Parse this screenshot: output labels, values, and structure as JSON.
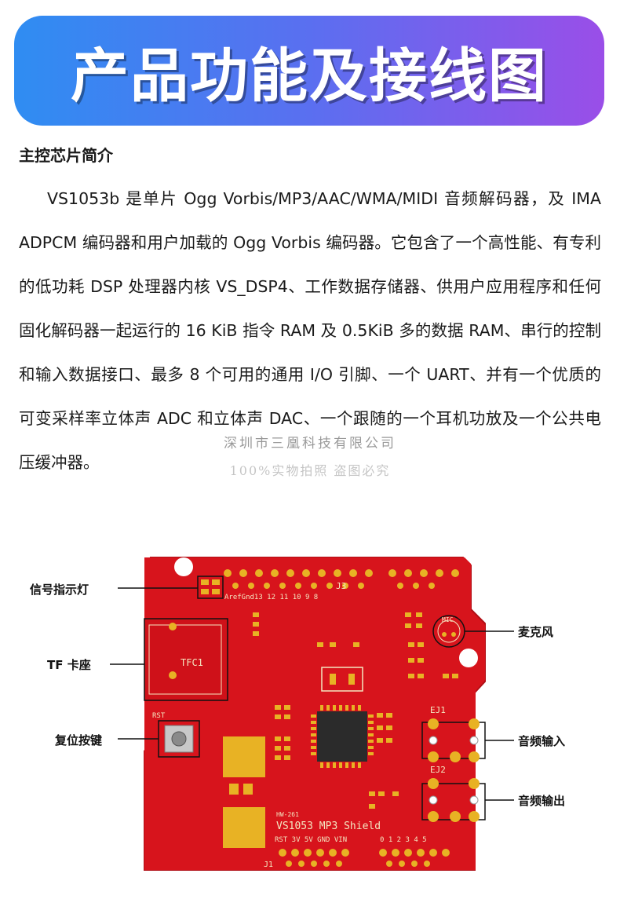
{
  "banner": {
    "title": "产品功能及接线图"
  },
  "section": {
    "heading": "主控芯片简介"
  },
  "body": {
    "paragraph": "VS1053b 是单片 Ogg Vorbis/MP3/AAC/WMA/MIDI 音频解码器，及 IMA ADPCM 编码器和用户加载的 Ogg Vorbis 编码器。它包含了一个高性能、有专利的低功耗 DSP 处理器内核 VS_DSP4、工作数据存储器、供用户应用程序和任何固化解码器一起运行的 16 KiB 指令 RAM 及 0.5KiB 多的数据 RAM、串行的控制和输入数据接口、最多 8 个可用的通用 I/O 引脚、一个 UART、并有一个优质的可变采样率立体声 ADC 和立体声 DAC、一个跟随的一个耳机功放及一个公共电压缓冲器。"
  },
  "watermark": {
    "line1": "深圳市三凰科技有限公司",
    "line2": "100%实物拍照 盗图必究"
  },
  "board": {
    "callouts": {
      "signal_led": "信号指示灯",
      "tf_slot": "TF 卡座",
      "reset_button": "复位按键",
      "microphone": "麦克风",
      "audio_in": "音频输入",
      "audio_out": "音频输出"
    },
    "silkscreen": {
      "board_name": "VS1053 MP3 Shield",
      "model": "HW-261",
      "sd_label": "TFC1",
      "rst": "RST",
      "mic": "MIC",
      "ej1": "EJ1",
      "ej2": "EJ2",
      "j3": "J3",
      "j1": "J1",
      "power_pins": "RST 3V 5V GND  VIN",
      "digital_pins": "0 1 2 3 4 5",
      "top_pins": "ArefGnd13 12 11 10 9 8"
    },
    "colors": {
      "pcb": "#d7141c",
      "pad": "#e8b224",
      "silk": "#f4e6c0",
      "chip": "#2b2b2b"
    }
  }
}
